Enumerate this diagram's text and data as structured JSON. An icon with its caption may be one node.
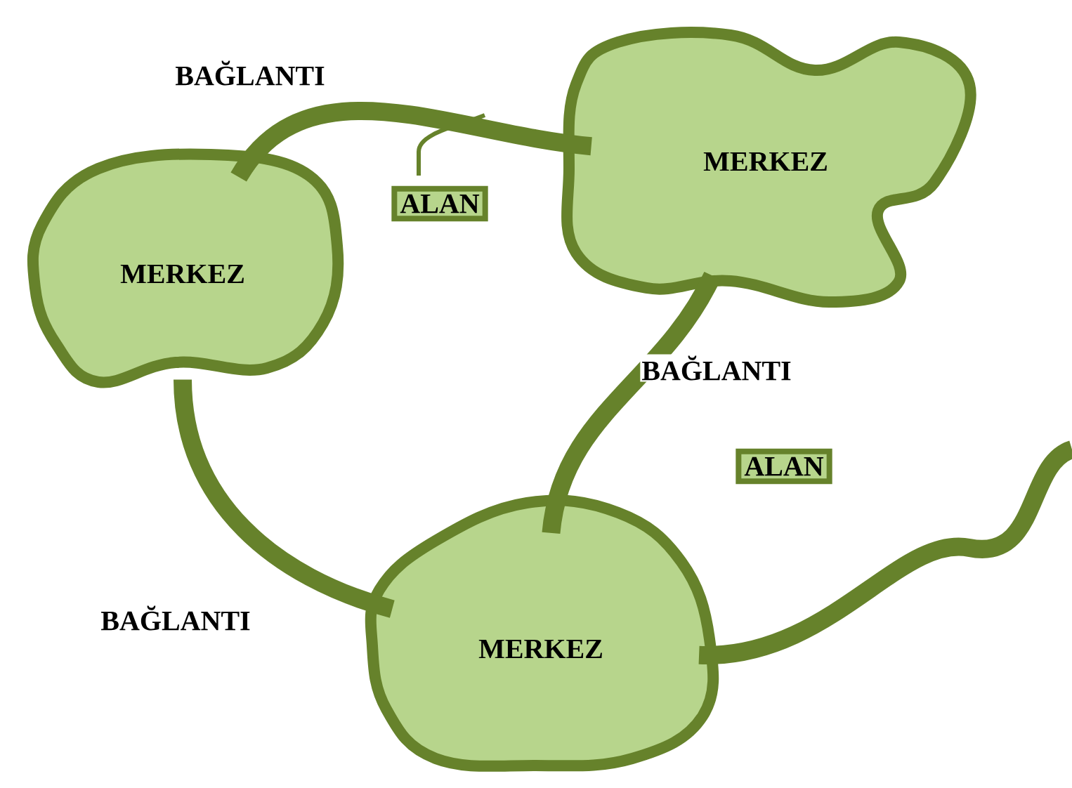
{
  "diagram": {
    "nodes": [
      {
        "text": [
          "MERKEZ"
        ]
      },
      {
        "text": [
          "ALAN"
        ]
      },
      {
        "text": [
          "MERKEZ"
        ]
      },
      {
        "text": [
          "ALAN"
        ]
      },
      {
        "text": [
          "MERKEZ"
        ]
      }
    ],
    "edges": [
      {
        "from": 2,
        "to": 0,
        "arrow": "none",
        "label": "BAĞLANTI"
      },
      {
        "from": 0,
        "to": 4,
        "arrow": "none",
        "label": "BAĞLANTI"
      },
      {
        "from": 2,
        "to": 4,
        "arrow": "none",
        "label": "BAĞLANTI"
      },
      {
        "from": 4,
        "to": null,
        "arrow": "none"
      }
    ]
  }
}
